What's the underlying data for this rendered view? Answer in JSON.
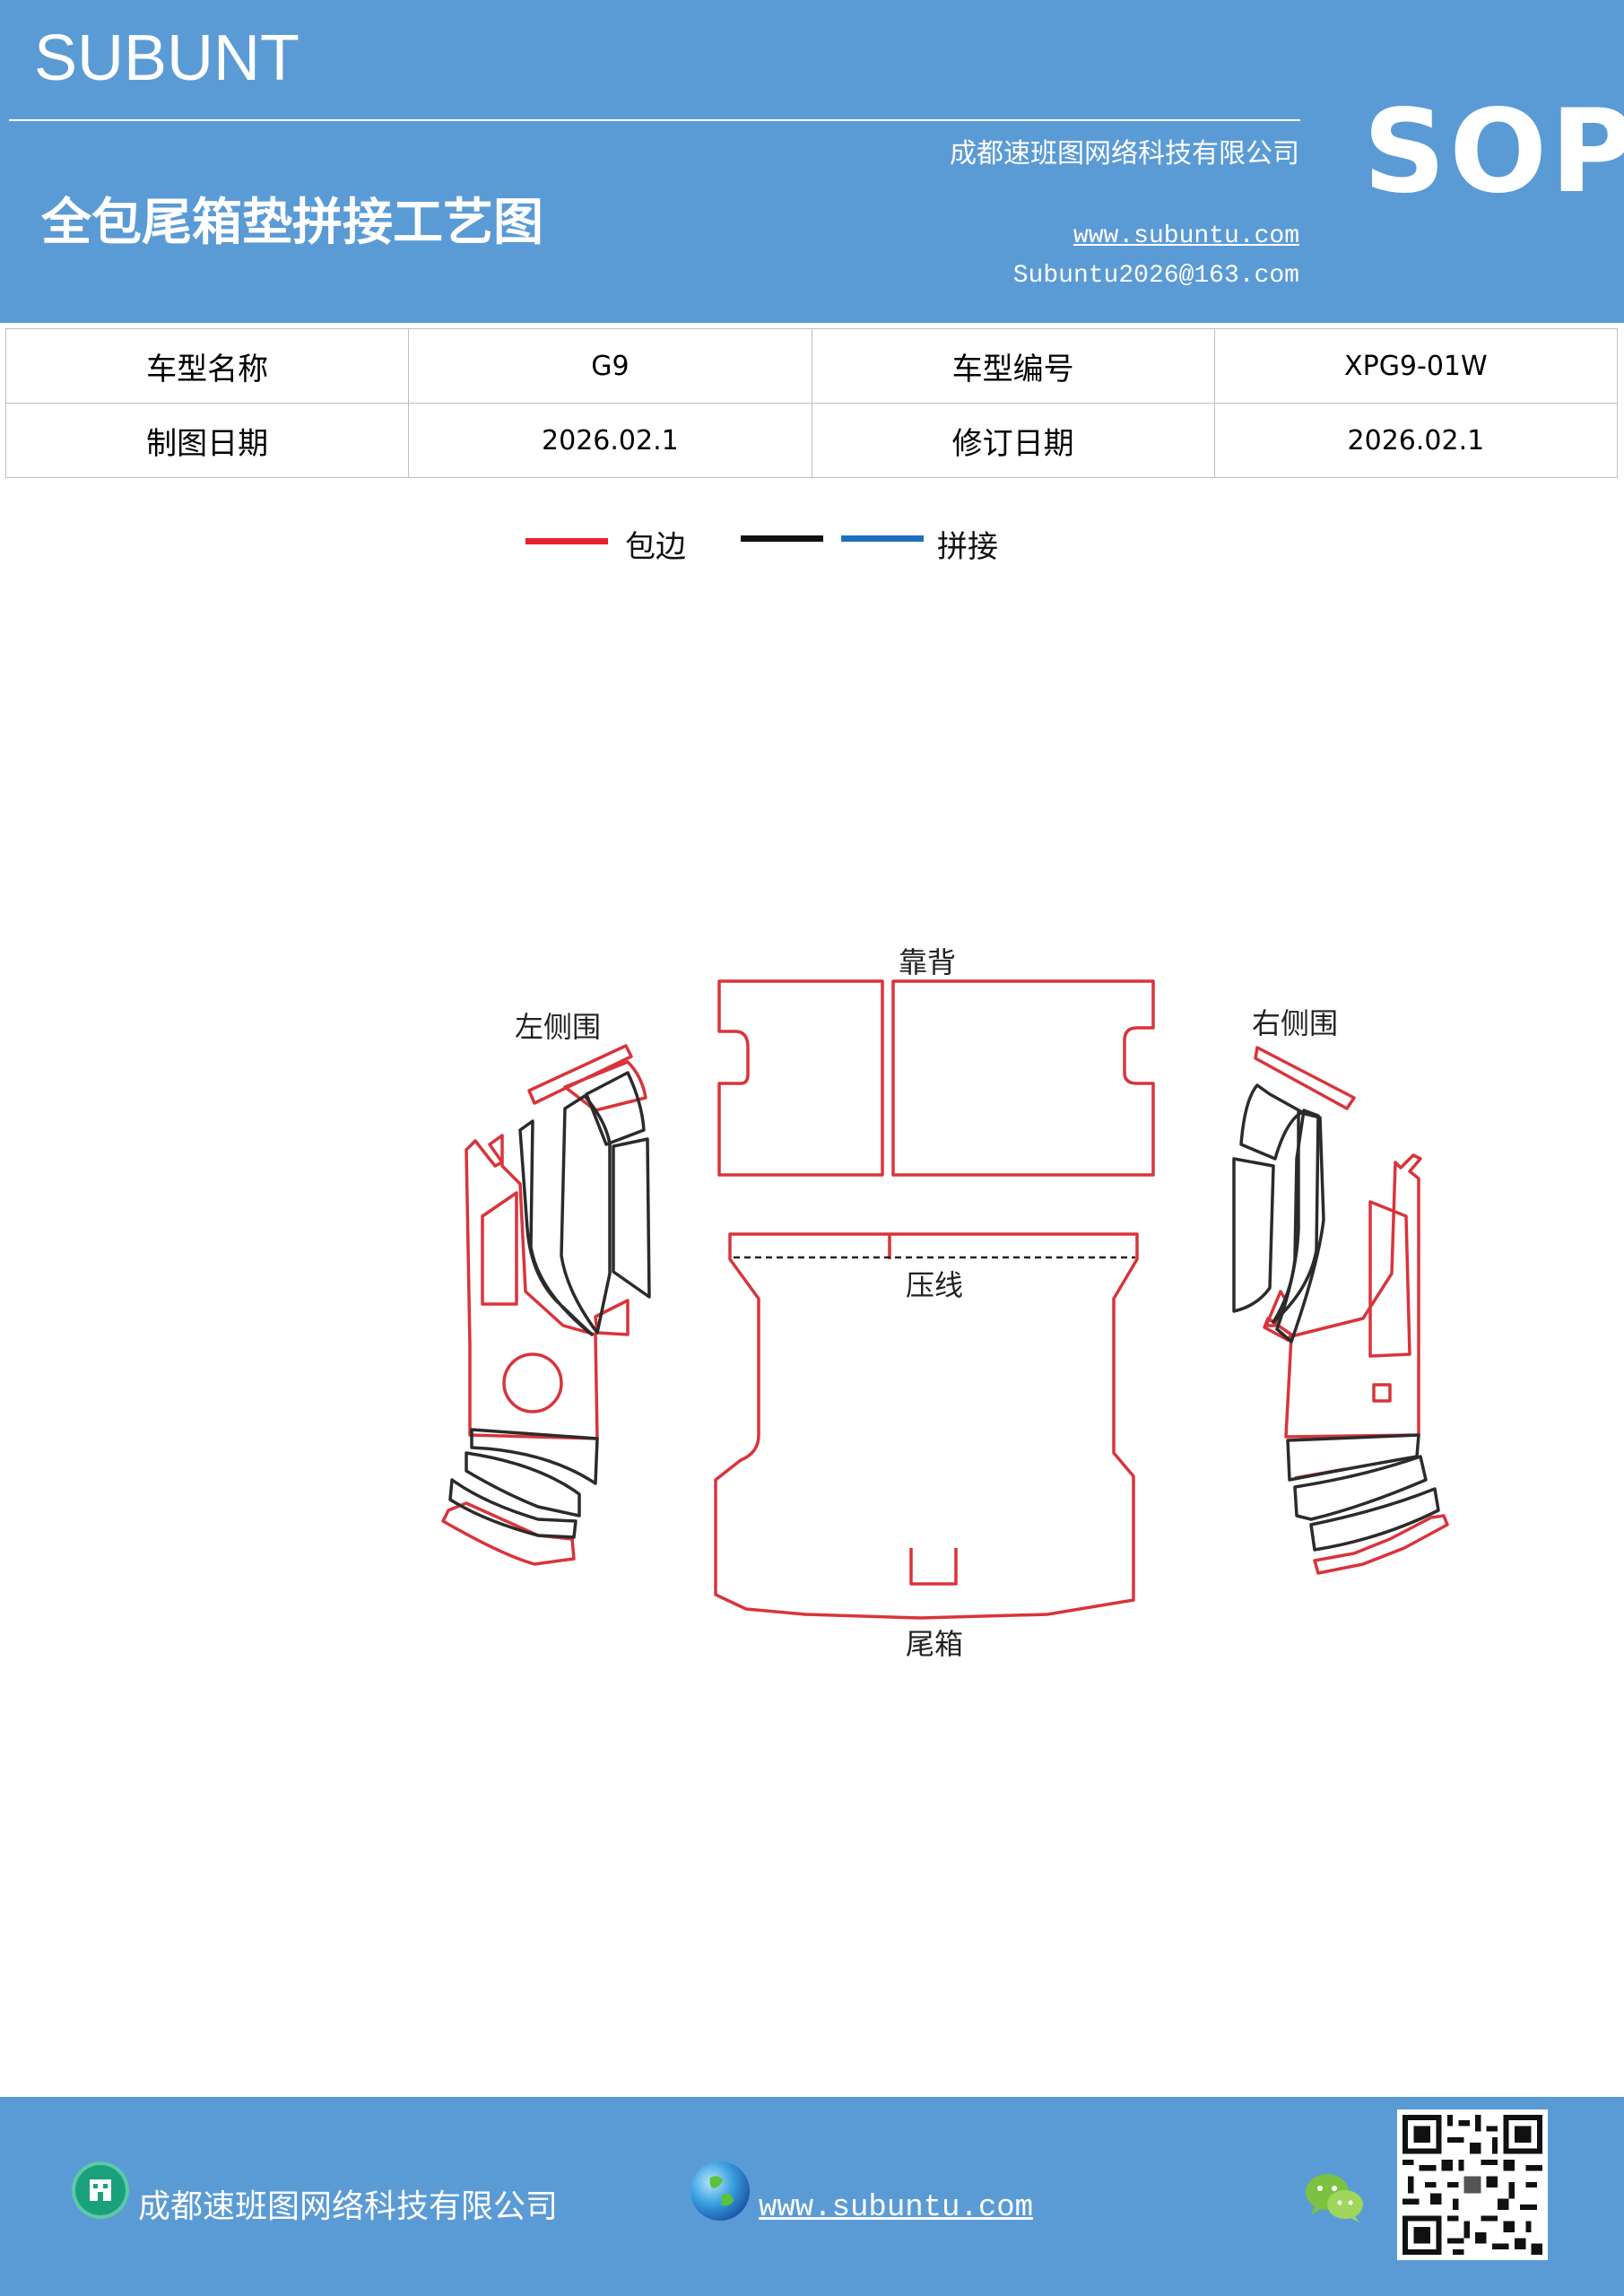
{
  "header": {
    "brand": "SUBUNT",
    "doc_title": "全包尾箱垫拼接工艺图",
    "company": "成都速班图网络科技有限公司",
    "website": "www.subuntu.com",
    "email": "Subuntu2026@163.com",
    "sop": "SOP"
  },
  "info_table": {
    "rows": [
      {
        "label1": "车型名称",
        "value1": "G9",
        "label2": "车型编号",
        "value2": "XPG9-01W"
      },
      {
        "label1": "制图日期",
        "value1": "2026.02.1",
        "label2": "修订日期",
        "value2": "2026.02.1"
      }
    ]
  },
  "legend": {
    "items": [
      {
        "color": "#e8202a",
        "label": "包边"
      },
      {
        "color": "#111111",
        "label": ""
      },
      {
        "color": "#1f6fc0",
        "label": "拼接"
      }
    ]
  },
  "diagram": {
    "labels": {
      "backrest": "靠背",
      "left_side": "左侧围",
      "right_side": "右侧围",
      "crease": "压线",
      "trunk": "尾箱"
    },
    "colors": {
      "edge": "#d9343b",
      "seam": "#2b2b2b"
    }
  },
  "footer": {
    "company": "成都速班图网络科技有限公司",
    "website": "www.subuntu.com",
    "icons": [
      "building-icon",
      "globe-icon",
      "wechat-icon",
      "qr-code"
    ]
  }
}
